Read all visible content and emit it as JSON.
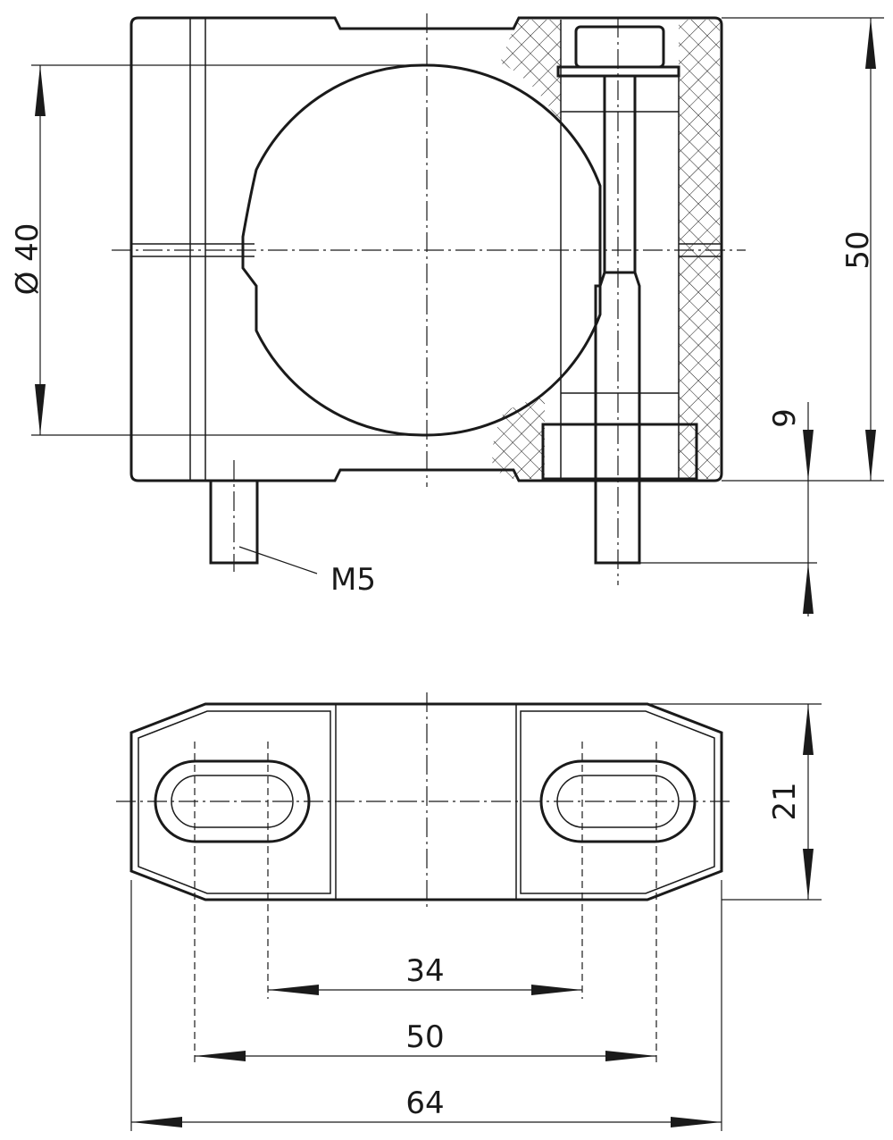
{
  "drawing": {
    "front_view": {
      "diameter_label": "Ø 40",
      "height_label": "50",
      "bolt_protrusion_label": "9",
      "thread_label": "M5"
    },
    "top_view": {
      "width_label": "21",
      "slot_inner_spacing_label": "34",
      "slot_outer_spacing_label": "50",
      "overall_length_label": "64"
    }
  }
}
